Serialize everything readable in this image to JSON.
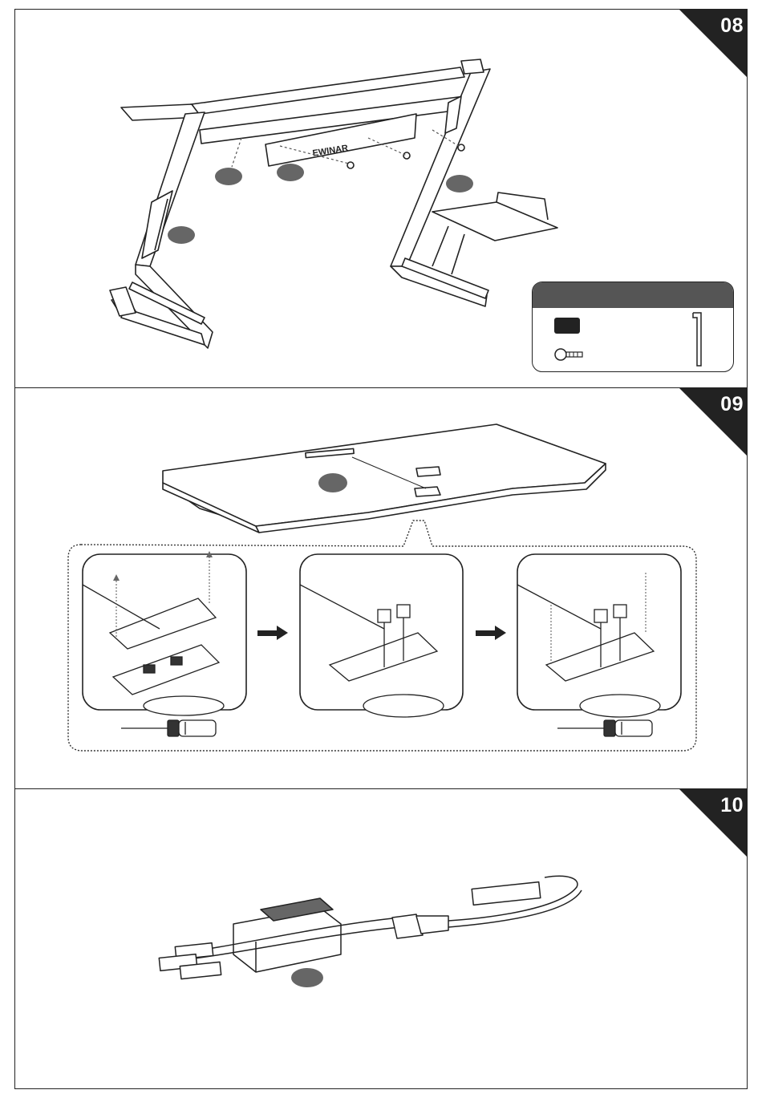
{
  "steps": [
    {
      "number": "08"
    },
    {
      "number": "09"
    },
    {
      "number": "10"
    }
  ],
  "step08": {
    "brand_plate_text": "EWINAR",
    "callouts": 4,
    "hardware_box": {
      "items": [
        "black-tag",
        "bolt",
        "allen-key"
      ]
    }
  },
  "step09": {
    "callouts": 1,
    "sequence": [
      "remove-cover",
      "route-cables",
      "fasten-cover"
    ]
  },
  "step10": {
    "callouts": 1
  },
  "icons": [
    "screw-icon",
    "allen-key-icon",
    "screwdriver-icon",
    "arrow-right-icon"
  ]
}
